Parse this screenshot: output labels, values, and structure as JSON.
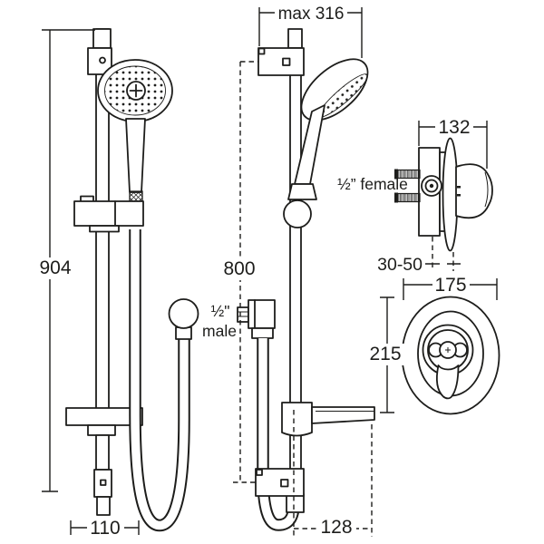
{
  "colors": {
    "line": "#1d1d1b",
    "background": "#ffffff"
  },
  "dimensions": {
    "rail_length": "904",
    "max_top_width": "max 316",
    "bottom_bracket_width": "110",
    "outlet_height": "800",
    "shelf_offset": "128",
    "valve_depth": "132",
    "wall_depth_range": "30-50",
    "faceplate_width": "175",
    "faceplate_height": "215"
  },
  "labels": {
    "male_connector_size": "½\"",
    "male_connector_word": "male",
    "female_connector": "½” female"
  }
}
